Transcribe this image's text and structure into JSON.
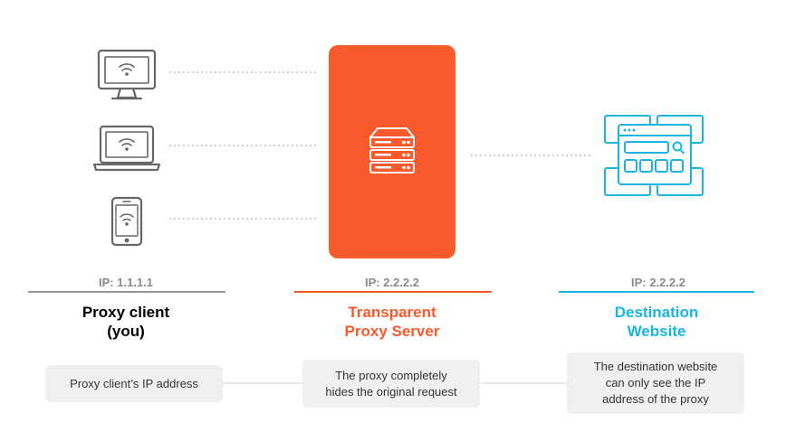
{
  "colors": {
    "client_accent": "#999999",
    "proxy_accent": "#fb5a2d",
    "destination_accent": "#1ab5e3",
    "device_stroke": "#666666"
  },
  "client": {
    "ip": "IP: 1.1.1.1",
    "title_lines": [
      "Proxy client",
      "(you)"
    ],
    "note": "Proxy client’s IP address",
    "devices": [
      "desktop-monitor-icon",
      "laptop-icon",
      "smartphone-icon"
    ]
  },
  "proxy": {
    "ip": "IP: 2.2.2.2",
    "title_lines": [
      "Transparent",
      "Proxy Server"
    ],
    "note_lines": [
      "The proxy completely",
      "hides the original request"
    ],
    "icon": "server-stack-icon"
  },
  "destination": {
    "ip": "IP: 2.2.2.2",
    "title_lines": [
      "Destination",
      "Website"
    ],
    "note_lines": [
      "The destination website",
      "can only see the IP",
      "address of the proxy"
    ],
    "icon": "website-window-icon"
  }
}
